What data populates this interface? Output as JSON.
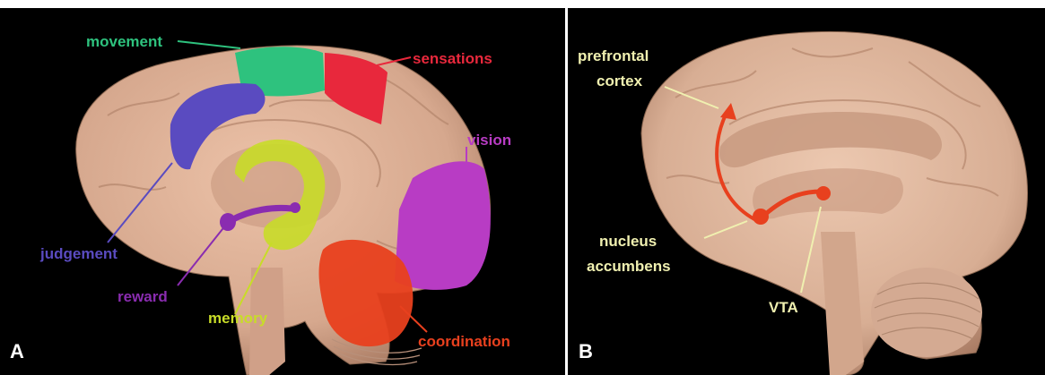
{
  "panels": [
    {
      "letter": "A",
      "labels": {
        "movement": "movement",
        "sensations": "sensations",
        "vision": "vision",
        "judgement": "judgement",
        "reward": "reward",
        "memory": "memory",
        "coordination": "coordination"
      }
    },
    {
      "letter": "B",
      "labels": {
        "prefrontal_1": "prefrontal",
        "prefrontal_2": "cortex",
        "nucleus_1": "nucleus",
        "nucleus_2": "accumbens",
        "vta": "VTA"
      }
    }
  ],
  "colors": {
    "movement": "#2ec27e",
    "sensations": "#e8283c",
    "vision": "#b83cc4",
    "judgement": "#5a4bc0",
    "reward": "#8a2cb0",
    "memory": "#c8dc28",
    "coordination": "#e8401e",
    "pathway": "#e8401e",
    "panel_b_labels": "#f0f0b0",
    "brain": "#dcae94"
  }
}
